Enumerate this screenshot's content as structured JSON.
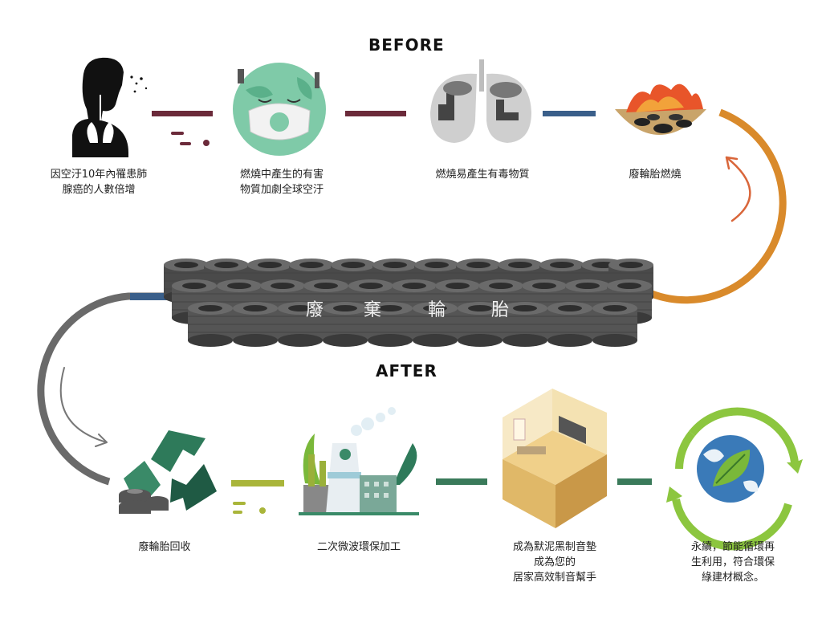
{
  "before": {
    "heading": "BEFORE",
    "steps": [
      {
        "icon": "person-breathing-lungs-icon",
        "lines": [
          "因空汙10年內罹患肺",
          "腺癌的人數倍增"
        ]
      },
      {
        "icon": "earth-with-mask-icon",
        "lines": [
          "燃燒中產生的有害",
          "物質加劇全球空汙"
        ]
      },
      {
        "icon": "polluted-lungs-icon",
        "lines": [
          "燃燒易產生有毒物質"
        ]
      },
      {
        "icon": "burning-tires-icon",
        "lines": [
          "廢輪胎燃燒"
        ]
      }
    ]
  },
  "center": {
    "tire_labels": [
      "廢",
      "棄",
      "輪",
      "胎"
    ]
  },
  "after": {
    "heading": "AFTER",
    "steps": [
      {
        "icon": "recycle-tires-icon",
        "lines": [
          "廢輪胎回收"
        ]
      },
      {
        "icon": "microwave-factory-icon",
        "lines": [
          "二次微波環保加工"
        ]
      },
      {
        "icon": "home-theater-room-icon",
        "lines": [
          "成為默泥黑制音墊",
          "成為您的",
          "居家高效制音幫手"
        ]
      },
      {
        "icon": "recycling-earth-leaf-icon",
        "lines": [
          "永續，節能循環再",
          "生利用，符合環保",
          "綠建材概念。"
        ]
      }
    ]
  },
  "colors": {
    "before_connector": "#6b2a3a",
    "blue_connector": "#3a5f8a",
    "orange_arc": "#d98a2b",
    "gray_arc": "#6a6a6a",
    "after_connector_green": "#3a7a5a",
    "after_connector_lime": "#a9b53a"
  }
}
